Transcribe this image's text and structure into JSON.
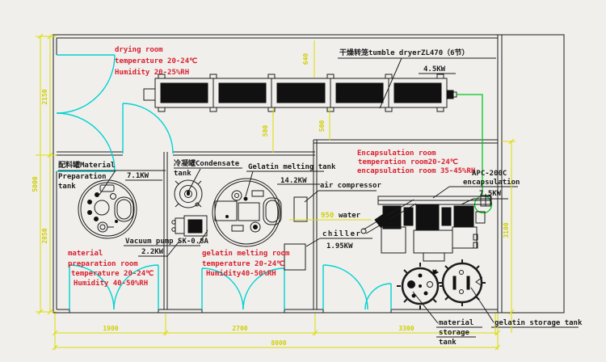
{
  "colors": {
    "background": "#f0efec",
    "line": "#1c1c1c",
    "room_label_red": "#d91f2e",
    "door_cyan": "#00d2d2",
    "dimension_yellow": "#dcdc00",
    "power_line_green": "#00c81e"
  },
  "rooms": {
    "drying": {
      "lines": [
        "drying room",
        "temperature 20-24℃",
        "Humidity 20-25%RH"
      ]
    },
    "material_prep": {
      "lines": [
        "material",
        "preparation room",
        "temperature 20-24℃",
        "Humidity 40-50%RH"
      ]
    },
    "gelatin_melting": {
      "lines": [
        "gelatin melting room",
        "temperature 20-24℃",
        "Humidity40-50%RH"
      ]
    },
    "encapsulation": {
      "lines": [
        "Encapsulation room",
        "temperation room20-24℃",
        "encapsulation room 35-45%RH"
      ]
    }
  },
  "equipment": {
    "tumble_dryer": {
      "label": "干燥转笼tumble dryerZL470（6节）",
      "power": "4.5KW"
    },
    "material_prep_tank": {
      "lines": [
        "配料罐Material",
        "Preparation",
        "tank"
      ],
      "power": "7.1KW"
    },
    "condensate_tank": {
      "lines": [
        "冷凝罐Condensate",
        "tank"
      ]
    },
    "gelatin_melting_tank": {
      "label": "Gelatin melting tank",
      "power": "14.2KW"
    },
    "vacuum_pump": {
      "label": "Vacuum pump SK-0.8A",
      "power": "2.2KW"
    },
    "air_compressor": {
      "label": "air compressor"
    },
    "chiller": {
      "label": "chiller",
      "power": "1.95KW"
    },
    "water_pipe": {
      "value": "950",
      "label": "water"
    },
    "encapsulation_machine": {
      "model": "APC-200C",
      "name": "encapsulation",
      "power": "7.5KW"
    },
    "material_storage_tank": {
      "lines": [
        "material",
        "storage",
        "tank"
      ]
    },
    "gelatin_storage_tank": {
      "label": "gelatin storage tank"
    }
  },
  "dimensions": {
    "height_drying": "2150",
    "height_total": "5000",
    "height_lower": "2850",
    "height_encap": "3100",
    "width_prep": "1900",
    "width_melting": "2700",
    "width_encap": "3300",
    "width_total": "8000",
    "dryer_640": "640",
    "gap_500_left": "500",
    "gap_500_right": "500"
  }
}
